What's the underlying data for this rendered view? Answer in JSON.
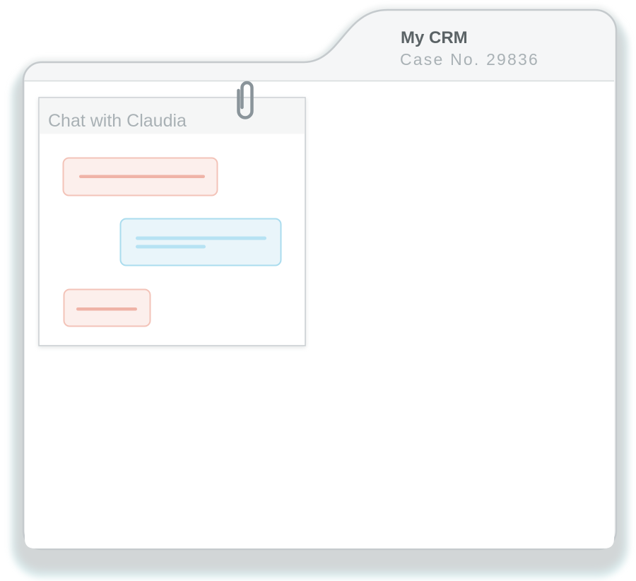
{
  "folder": {
    "title": "My CRM",
    "case_number": "Case No. 29836"
  },
  "chat_card": {
    "title": "Chat with Claudia",
    "messages": [
      {
        "sender": "contact",
        "side": "left",
        "lines": 1
      },
      {
        "sender": "user",
        "side": "right",
        "lines": 2
      },
      {
        "sender": "contact",
        "side": "left",
        "lines": 1
      }
    ]
  },
  "icons": {
    "paperclip": "paperclip"
  },
  "colors": {
    "folder_outline": "#c5cacd",
    "folder_fill": "#f5f6f7",
    "folder_back_shadow": "#d2d6d7",
    "folder_halo": "#eaeded",
    "folder_cyan_fringe": "#d9eef0",
    "sheet_fill": "#ffffff",
    "divider": "#d6dadb",
    "tab_title_text": "#5b6366",
    "tab_case_text": "#a9b1b5",
    "card_fill": "#ffffff",
    "card_border": "#c9ced1",
    "card_header_fill": "#f5f6f6",
    "card_title_text": "#a9b1b5",
    "bubble_pink_fill": "#fcefec",
    "bubble_pink_border": "#f3c3b8",
    "bubble_pink_line": "#efb3a7",
    "bubble_blue_fill": "#e9f5fa",
    "bubble_blue_border": "#aadcee",
    "bubble_blue_line": "#b6e2f3",
    "paperclip": "#8a949a"
  }
}
